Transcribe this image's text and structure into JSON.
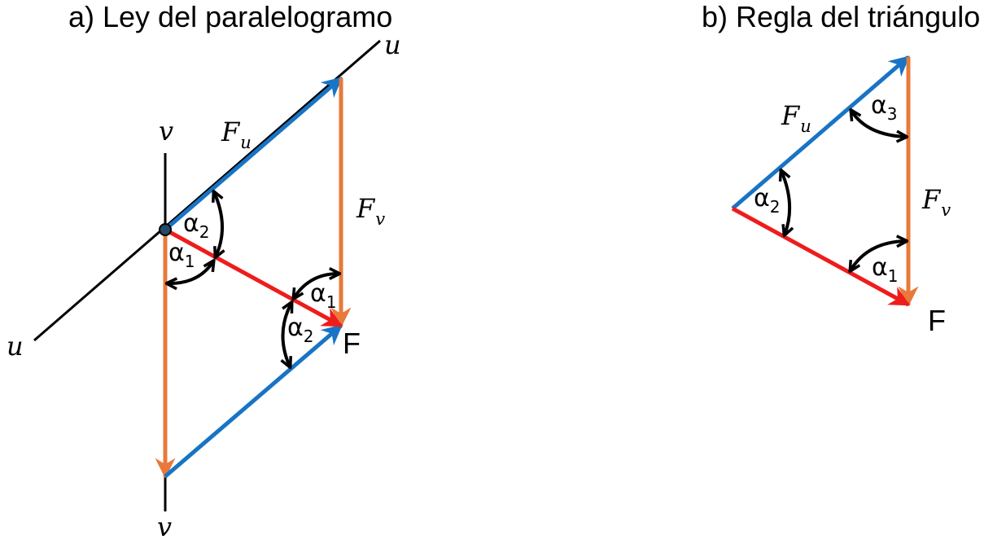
{
  "panel_a": {
    "title": "a) Ley del paralelogramo",
    "axis_u": "u",
    "axis_v": "v",
    "fu": {
      "main": "F",
      "sub": "u"
    },
    "fv": {
      "main": "F",
      "sub": "v"
    },
    "f": "F",
    "alpha": "α",
    "sub1": "1",
    "sub2": "2"
  },
  "panel_b": {
    "title": "b) Regla del triángulo",
    "fu": {
      "main": "F",
      "sub": "u"
    },
    "fv": {
      "main": "F",
      "sub": "v"
    },
    "f": "F",
    "alpha": "α",
    "sub1": "1",
    "sub2": "2",
    "sub3": "3"
  },
  "colors": {
    "fu_component": "#1874c4",
    "fv_component": "#e8793a",
    "resultant": "#ef1c1c",
    "axis": "#000000",
    "angle_arc": "#000000",
    "origin_fill": "#264a63"
  }
}
